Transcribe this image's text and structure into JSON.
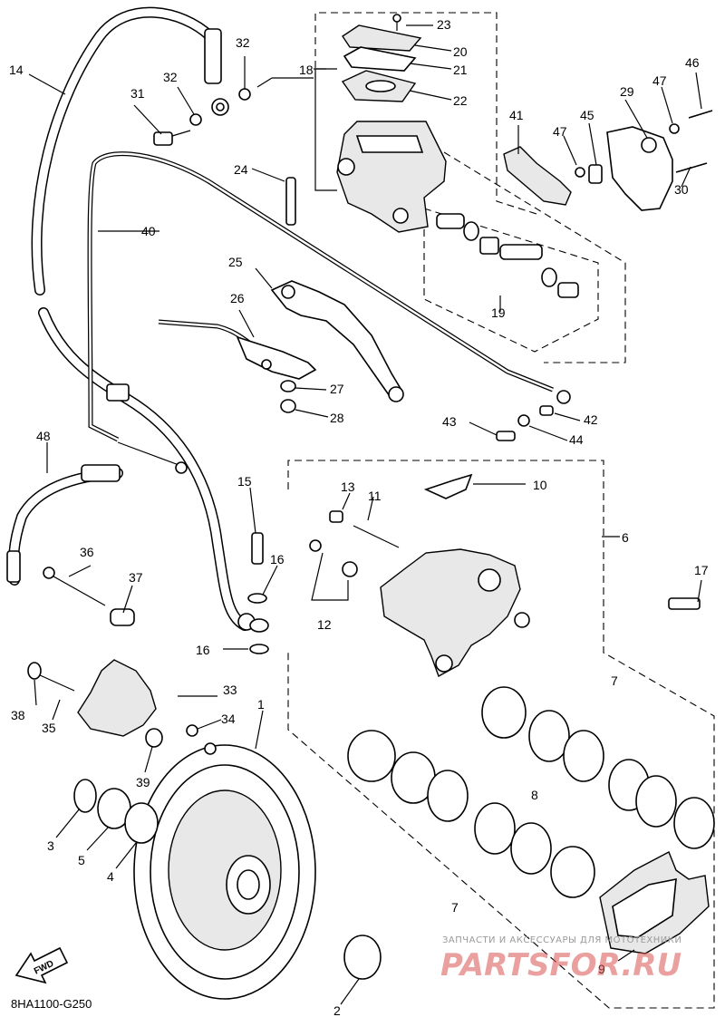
{
  "diagram_code": "8HA1100-G250",
  "fwd_label": "FWD",
  "watermark": {
    "line1": "ЗАПЧАСТИ И АКСЕССУАРЫ ДЛЯ МОТОТЕХНИКИ",
    "line2": "PARTSFOR.RU"
  },
  "parts": {
    "p1": "1",
    "p2": "2",
    "p3": "3",
    "p4": "4",
    "p5": "5",
    "p6": "6",
    "p7a": "7",
    "p7b": "7",
    "p8": "8",
    "p9": "9",
    "p10": "10",
    "p11": "11",
    "p12": "12",
    "p13": "13",
    "p14": "14",
    "p15": "15",
    "p16a": "16",
    "p16b": "16",
    "p17": "17",
    "p18": "18",
    "p19": "19",
    "p20": "20",
    "p21": "21",
    "p22": "22",
    "p23": "23",
    "p24": "24",
    "p25": "25",
    "p26": "26",
    "p27": "27",
    "p28": "28",
    "p29": "29",
    "p30": "30",
    "p31": "31",
    "p32a": "32",
    "p32b": "32",
    "p33": "33",
    "p34": "34",
    "p35": "35",
    "p36": "36",
    "p37": "37",
    "p38": "38",
    "p39": "39",
    "p40": "40",
    "p41": "41",
    "p42": "42",
    "p43": "43",
    "p44": "44",
    "p45": "45",
    "p46": "46",
    "p47a": "47",
    "p47b": "47",
    "p48": "48"
  }
}
